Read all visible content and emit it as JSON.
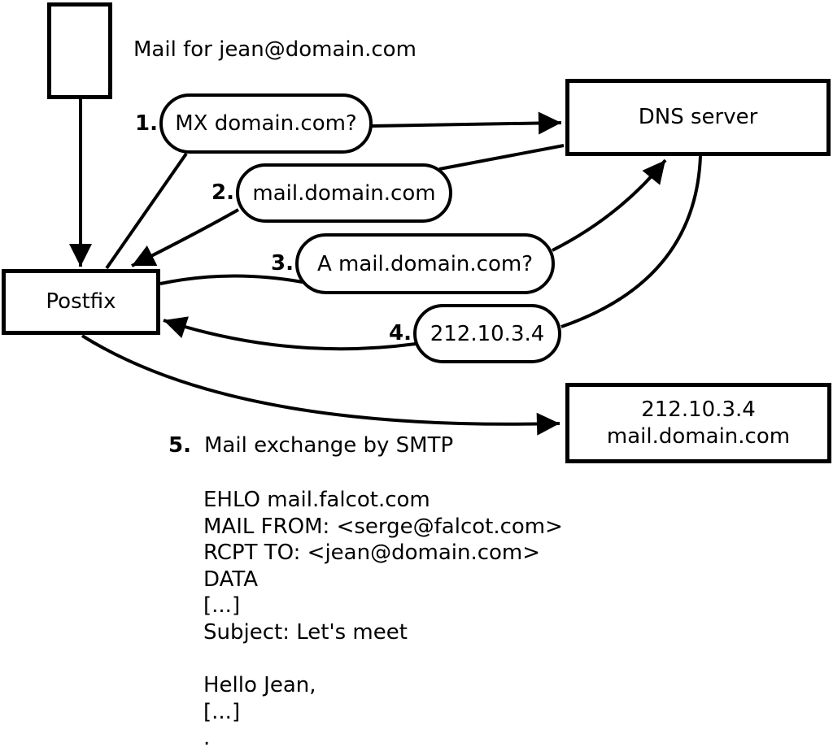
{
  "canvas": {
    "background": "#ffffff",
    "ink": "#000000"
  },
  "title": "Mail for jean@domain.com",
  "nodes": {
    "postfix": {
      "label": "Postfix"
    },
    "dns": {
      "label": "DNS server"
    },
    "mail_exchanger": {
      "line1": "212.10.3.4",
      "line2": "mail.domain.com"
    }
  },
  "steps": [
    {
      "number": "1.",
      "label": "MX domain.com?"
    },
    {
      "number": "2.",
      "label": "mail.domain.com"
    },
    {
      "number": "3.",
      "label": "A mail.domain.com?"
    },
    {
      "number": "4.",
      "label": "212.10.3.4"
    },
    {
      "number": "5.",
      "label": "Mail exchange by SMTP"
    }
  ],
  "smtp_transcript": "EHLO mail.falcot.com\nMAIL FROM: <serge@falcot.com>\nRCPT TO: <jean@domain.com>\nDATA\n[...]\nSubject: Let's meet\n\nHello Jean,\n[...]\n."
}
